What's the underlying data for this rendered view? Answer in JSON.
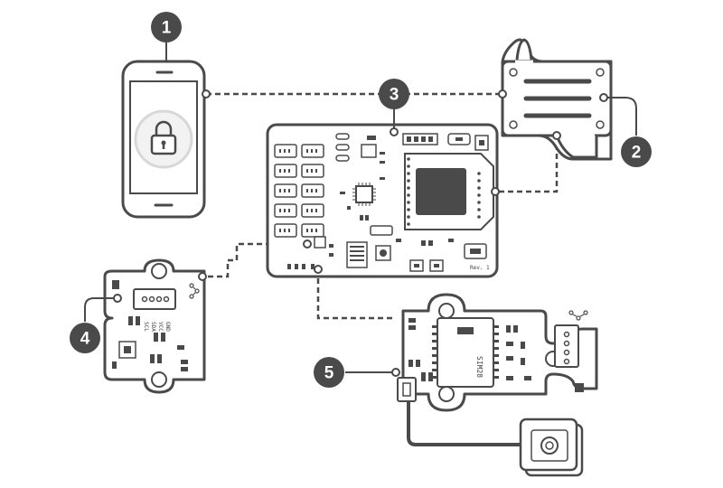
{
  "diagram": {
    "colors": {
      "stroke": "#4a4a4a",
      "fill": "#f2f2f2",
      "badge": "#4a4a4a",
      "badge_text": "#ffffff",
      "background": "#ffffff"
    },
    "markers": [
      {
        "id": "smartphone",
        "number": "1"
      },
      {
        "id": "lcd-display",
        "number": "2"
      },
      {
        "id": "controller-board",
        "number": "3"
      },
      {
        "id": "sensor-module",
        "number": "4"
      },
      {
        "id": "gps-module",
        "number": "5"
      }
    ],
    "phone": {
      "icon": "lock-icon"
    },
    "gps_chip_label": "SIM28",
    "gps_board_label": "Rev. 1",
    "connection_style": "dashed"
  }
}
